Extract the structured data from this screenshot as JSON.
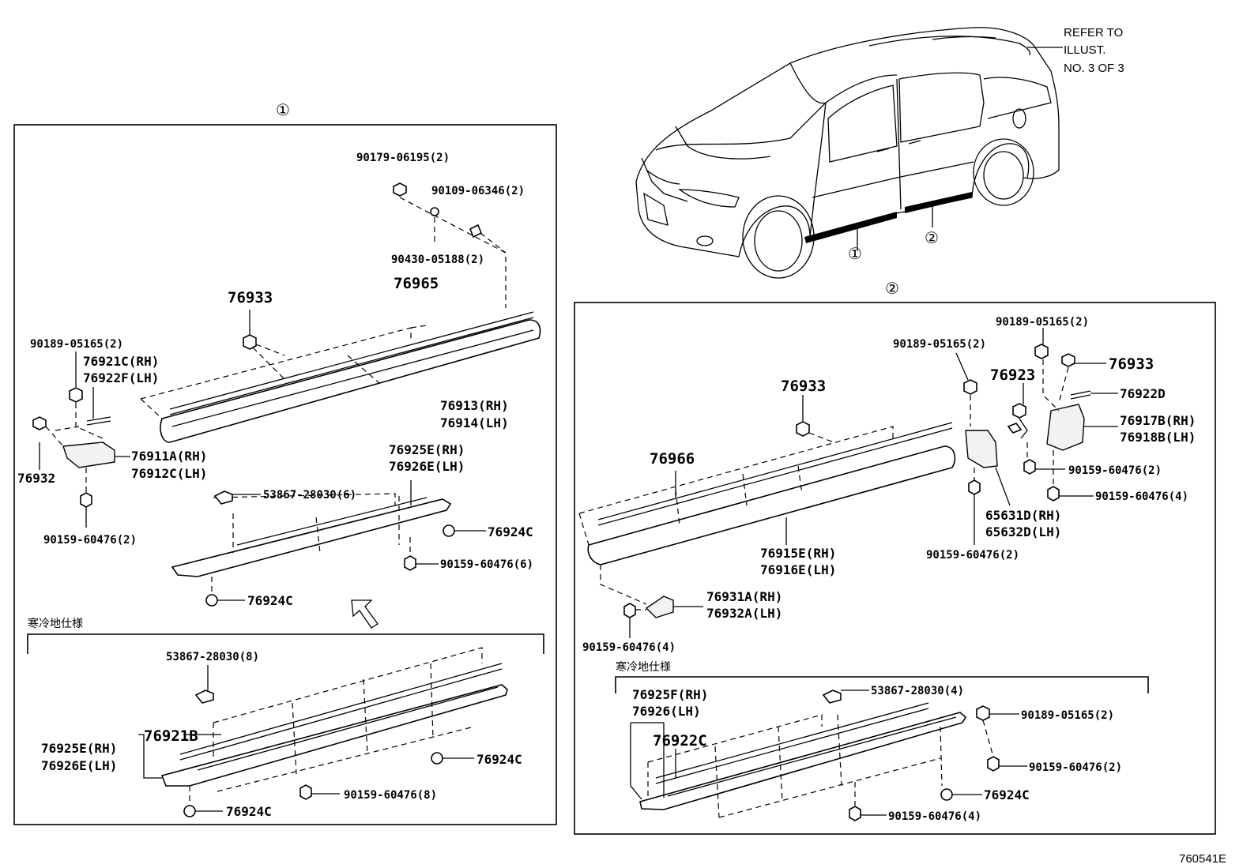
{
  "ref_note": {
    "line1": "REFER TO",
    "line2": "ILLUST.",
    "line3": "NO. 3 OF 3"
  },
  "markers": {
    "one": "①",
    "two": "②"
  },
  "cold_spec": "寒冷地仕様",
  "figure_no": "760541E",
  "panel1": {
    "labels": {
      "p90179": "90179-06195(2)",
      "p90109": "90109-06346(2)",
      "p90430": "90430-05188(2)",
      "p76965": "76965",
      "p76933": "76933",
      "p90189": "90189-05165(2)",
      "p76921c": "76921C(RH)",
      "p76922f": "76922F(LH)",
      "p76913": "76913(RH)",
      "p76914": "76914(LH)",
      "p76911a": "76911A(RH)",
      "p76912c": "76912C(LH)",
      "p76932": "76932",
      "p76925e": "76925E(RH)",
      "p76926e": "76926E(LH)",
      "p53867": "53867-28030(6)",
      "p90159a": "90159-60476(2)",
      "p76924c_a": "76924C",
      "p90159b": "90159-60476(6)",
      "p76924c_b": "76924C"
    },
    "cold": {
      "p53867": "53867-28030(8)",
      "p76921b": "76921B",
      "p76925e": "76925E(RH)",
      "p76926e": "76926E(LH)",
      "p76924c_a": "76924C",
      "p90159": "90159-60476(8)",
      "p76924c_b": "76924C"
    }
  },
  "panel2": {
    "labels": {
      "p90189a": "90189-05165(2)",
      "p90189b": "90189-05165(2)",
      "p76933a": "76933",
      "p76933b": "76933",
      "p76923": "76923",
      "p76922d": "76922D",
      "p76917b": "76917B(RH)",
      "p76918b": "76918B(LH)",
      "p76966": "76966",
      "p90159a": "90159-60476(2)",
      "p90159b": "90159-60476(4)",
      "p65631d": "65631D(RH)",
      "p65632d": "65632D(LH)",
      "p76915e": "76915E(RH)",
      "p76916e": "76916E(LH)",
      "p90159c": "90159-60476(2)",
      "p76931a": "76931A(RH)",
      "p76932a": "76932A(LH)",
      "p90159d": "90159-60476(4)"
    },
    "cold": {
      "p76925f": "76925F(RH)",
      "p76926": "76926(LH)",
      "p53867": "53867-28030(4)",
      "p90189": "90189-05165(2)",
      "p76922c": "76922C",
      "p90159a": "90159-60476(2)",
      "p76924c": "76924C",
      "p90159b": "90159-60476(4)"
    }
  }
}
